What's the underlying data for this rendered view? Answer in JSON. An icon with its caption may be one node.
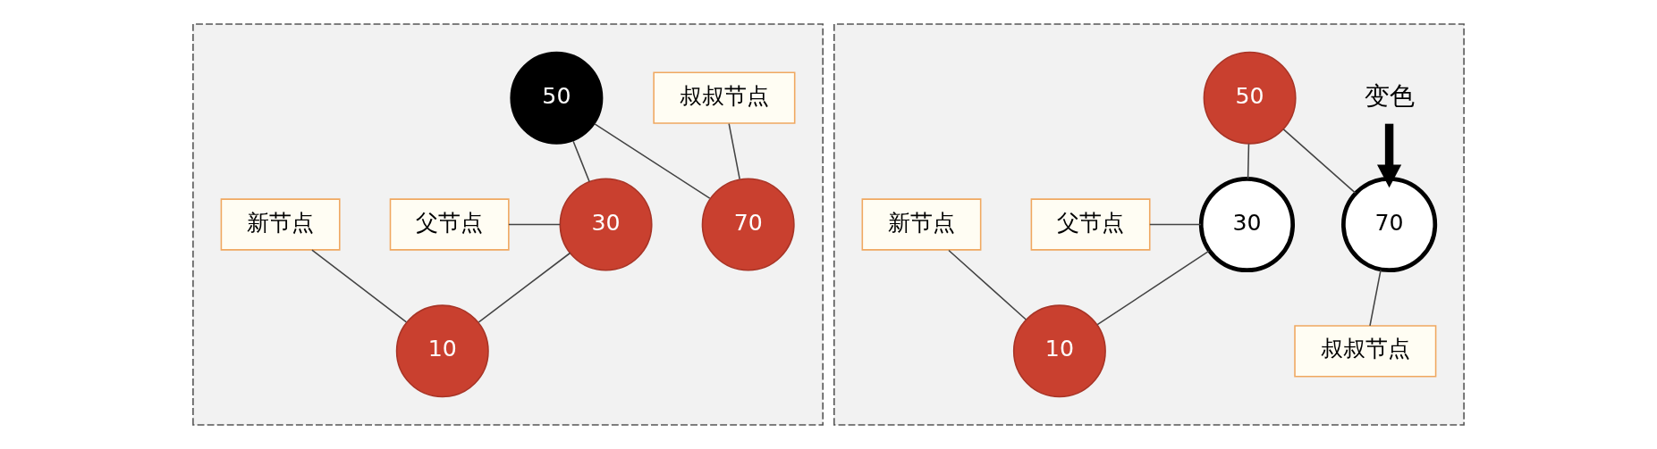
{
  "diagram": {
    "nodes": [
      {
        "text": [],
        "shape": "box"
      },
      {
        "text": [
          "50"
        ],
        "in": 0
      },
      {
        "text": [
          "父节点"
        ],
        "in": 0
      },
      {
        "text": [
          "30"
        ],
        "in": 0
      },
      {
        "text": [
          "70"
        ],
        "in": 0
      },
      {
        "text": [
          "新节点"
        ],
        "in": 0
      },
      {
        "text": [
          "10"
        ],
        "in": 0
      },
      {
        "text": [
          "叔叔节点"
        ],
        "in": 0
      },
      {
        "text": [],
        "shape": "box"
      },
      {
        "text": [
          "50"
        ],
        "in": 8
      },
      {
        "text": [
          "父节点"
        ],
        "in": 8
      },
      {
        "text": [
          "30"
        ],
        "in": 8
      },
      {
        "text": [
          "70"
        ],
        "in": 8
      },
      {
        "text": [
          "变色"
        ],
        "in": 8
      },
      {
        "text": [
          "新节点"
        ],
        "in": 8
      },
      {
        "text": [
          "10"
        ],
        "in": 8
      },
      {
        "text": [
          "叔叔节点"
        ],
        "in": 8
      }
    ],
    "edges": [
      {
        "from": 1,
        "to": 3,
        "arrow": "none"
      },
      {
        "from": 1,
        "to": 4,
        "arrow": "none"
      },
      {
        "from": 3,
        "to": 6,
        "arrow": "none"
      },
      {
        "from": 2,
        "to": 3,
        "arrow": "none"
      },
      {
        "from": 5,
        "to": 6,
        "arrow": "none"
      },
      {
        "from": 7,
        "to": 4,
        "arrow": "none"
      },
      {
        "from": 9,
        "to": 11,
        "arrow": "none"
      },
      {
        "from": 9,
        "to": 12,
        "arrow": "none"
      },
      {
        "from": 11,
        "to": 15,
        "arrow": "none"
      },
      {
        "from": 10,
        "to": 11,
        "arrow": "none"
      },
      {
        "from": 14,
        "to": 15,
        "arrow": "none"
      },
      {
        "from": 16,
        "to": 12,
        "arrow": "none"
      },
      {
        "from": 13,
        "to": 12,
        "arrow": "to",
        "style": "thick"
      }
    ]
  }
}
